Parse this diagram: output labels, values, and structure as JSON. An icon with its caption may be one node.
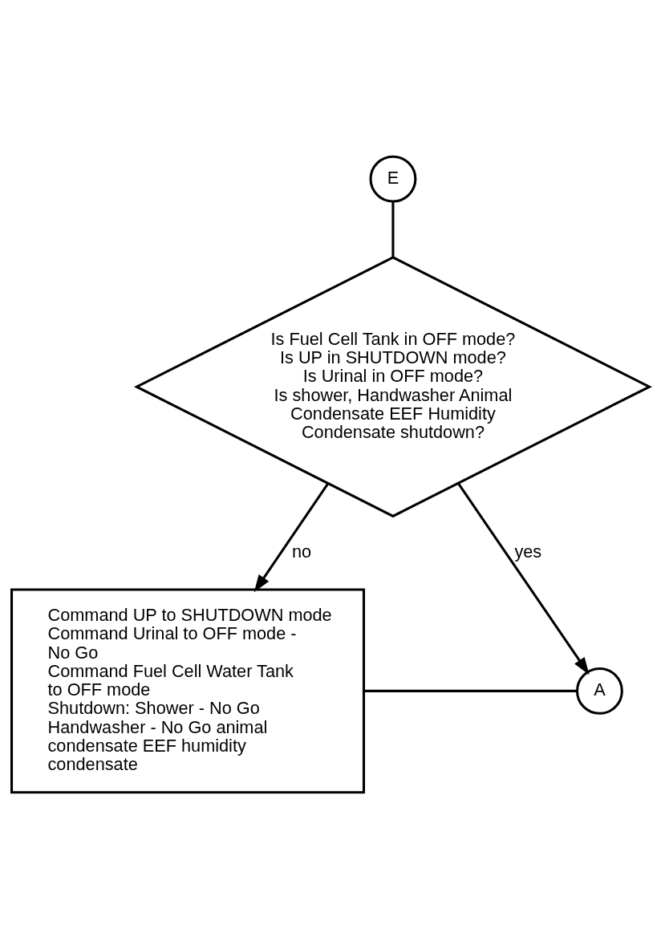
{
  "diagram": {
    "nodes": [
      {
        "text": [
          "E"
        ]
      },
      {
        "text": [
          "Is Fuel Cell Tank in OFF mode?",
          "Is UP in SHUTDOWN mode?",
          "Is Urinal in OFF mode?",
          "Is shower, Handwasher Animal Condensate EEF Humidity Condensate shutdown?"
        ]
      },
      {
        "text": [
          "Command UP to SHUTDOWN mode",
          "Command Urinal to OFF mode - No Go",
          "Command Fuel Cell Water Tank to OFF mode",
          "Shutdown: Shower - No Go Handwasher - No Go animal condensate EEF humidity condensate"
        ]
      },
      {
        "text": [
          "A"
        ]
      }
    ],
    "edges": [
      {
        "from": 0,
        "to": 1,
        "arrow": "none"
      },
      {
        "from": 1,
        "to": 2,
        "arrow": "to",
        "label": "no"
      },
      {
        "from": 1,
        "to": 3,
        "arrow": "to",
        "label": "yes"
      },
      {
        "from": 2,
        "to": 3,
        "arrow": "none"
      }
    ]
  }
}
